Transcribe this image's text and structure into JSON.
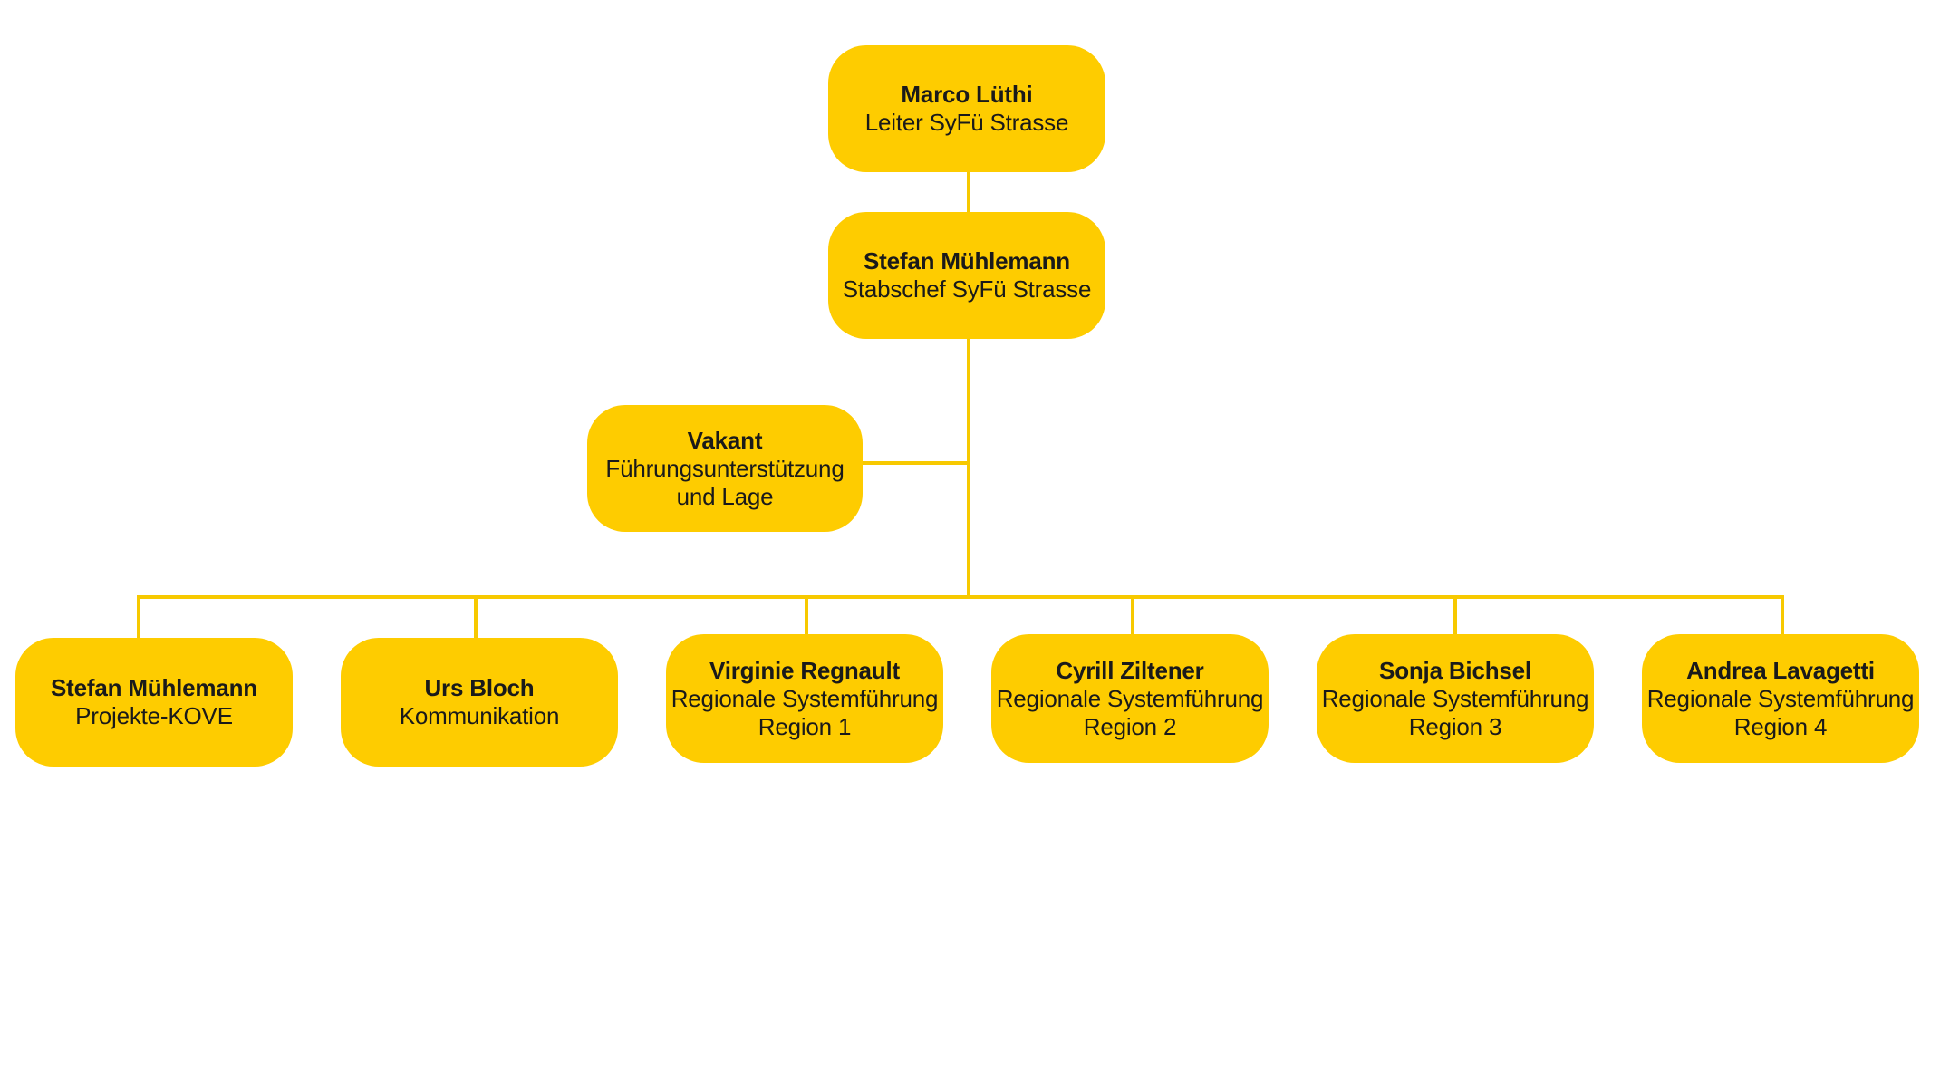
{
  "chart": {
    "top": {
      "name": "Marco Lüthi",
      "role": "Leiter SyFü Strasse"
    },
    "chief_of_staff": {
      "name": "Stefan Mühlemann",
      "role": "Stabschef SyFü Strasse"
    },
    "staff": {
      "name": "Vakant",
      "role_line1": "Führungsunterstützung",
      "role_line2": "und Lage"
    },
    "units": [
      {
        "name": "Stefan Mühlemann",
        "role_line1": "Projekte-KOVE",
        "role_line2": ""
      },
      {
        "name": "Urs Bloch",
        "role_line1": "Kommunikation",
        "role_line2": ""
      },
      {
        "name": "Virginie Regnault",
        "role_line1": "Regionale Systemführung",
        "role_line2": "Region 1"
      },
      {
        "name": "Cyrill Ziltener",
        "role_line1": "Regionale Systemführung",
        "role_line2": "Region 2"
      },
      {
        "name": "Sonja Bichsel",
        "role_line1": "Regionale Systemführung",
        "role_line2": "Region 3"
      },
      {
        "name": "Andrea Lavagetti",
        "role_line1": "Regionale Systemführung",
        "role_line2": "Region 4"
      }
    ],
    "colors": {
      "box_fill": "#fecc00",
      "connector": "#f7c900",
      "text": "#1a1a1a"
    }
  }
}
